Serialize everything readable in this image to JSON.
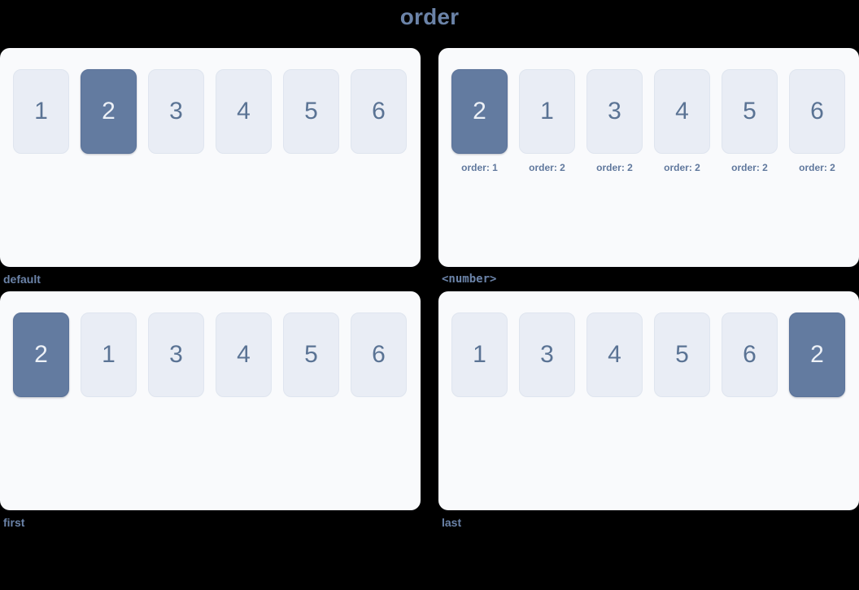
{
  "title": "order",
  "colors": {
    "background": "#000000",
    "panel_bg": "#F9FAFC",
    "box_bg": "#E9EDF5",
    "box_text": "#5A7394",
    "active_bg": "#637BA0",
    "active_text": "#EDF1F7",
    "caption": "#6B83A8",
    "title": "#6B83A8"
  },
  "panels": [
    {
      "caption": "default",
      "caption_style": "plain",
      "show_order_labels": false,
      "boxes": [
        {
          "label": "1",
          "active": false,
          "order_label": ""
        },
        {
          "label": "2",
          "active": true,
          "order_label": ""
        },
        {
          "label": "3",
          "active": false,
          "order_label": ""
        },
        {
          "label": "4",
          "active": false,
          "order_label": ""
        },
        {
          "label": "5",
          "active": false,
          "order_label": ""
        },
        {
          "label": "6",
          "active": false,
          "order_label": ""
        }
      ]
    },
    {
      "caption": "<number>",
      "caption_style": "mono",
      "show_order_labels": true,
      "boxes": [
        {
          "label": "2",
          "active": true,
          "order_label": "order: 1"
        },
        {
          "label": "1",
          "active": false,
          "order_label": "order: 2"
        },
        {
          "label": "3",
          "active": false,
          "order_label": "order: 2"
        },
        {
          "label": "4",
          "active": false,
          "order_label": "order: 2"
        },
        {
          "label": "5",
          "active": false,
          "order_label": "order: 2"
        },
        {
          "label": "6",
          "active": false,
          "order_label": "order: 2"
        }
      ]
    },
    {
      "caption": "first",
      "caption_style": "plain",
      "show_order_labels": false,
      "boxes": [
        {
          "label": "2",
          "active": true,
          "order_label": ""
        },
        {
          "label": "1",
          "active": false,
          "order_label": ""
        },
        {
          "label": "3",
          "active": false,
          "order_label": ""
        },
        {
          "label": "4",
          "active": false,
          "order_label": ""
        },
        {
          "label": "5",
          "active": false,
          "order_label": ""
        },
        {
          "label": "6",
          "active": false,
          "order_label": ""
        }
      ]
    },
    {
      "caption": "last",
      "caption_style": "plain",
      "show_order_labels": false,
      "boxes": [
        {
          "label": "1",
          "active": false,
          "order_label": ""
        },
        {
          "label": "3",
          "active": false,
          "order_label": ""
        },
        {
          "label": "4",
          "active": false,
          "order_label": ""
        },
        {
          "label": "5",
          "active": false,
          "order_label": ""
        },
        {
          "label": "6",
          "active": false,
          "order_label": ""
        },
        {
          "label": "2",
          "active": true,
          "order_label": ""
        }
      ]
    }
  ]
}
